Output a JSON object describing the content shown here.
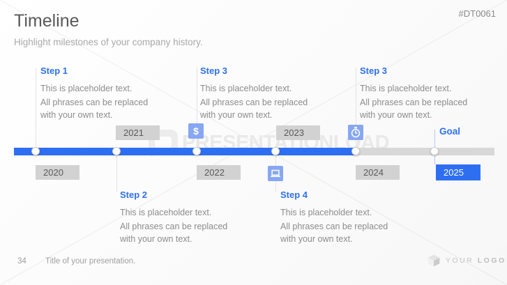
{
  "slide": {
    "code": "#DT0061",
    "title": "Timeline",
    "subtitle": "Highlight milestones of your company history."
  },
  "watermark": {
    "text": "PRESENTATIONLOAD"
  },
  "timeline": {
    "goal_label": "Goal",
    "years": [
      "2020",
      "2021",
      "2022",
      "2023",
      "2024",
      "2025"
    ],
    "icons": [
      {
        "name": "dollar-icon",
        "glyph": "$"
      },
      {
        "name": "laptop-icon"
      },
      {
        "name": "stopwatch-icon"
      }
    ],
    "steps": [
      {
        "label": "Step 1",
        "lines": [
          "This is placeholder text.",
          "All phrases can be replaced",
          "with your own text."
        ]
      },
      {
        "label": "Step 2",
        "lines": [
          "This is placeholder text.",
          "All phrases can be replaced",
          "with your own text."
        ]
      },
      {
        "label": "Step 3",
        "lines": [
          "This is placeholder text.",
          "All phrases can be replaced",
          "with your own text."
        ]
      },
      {
        "label": "Step 4",
        "lines": [
          "This is placeholder text.",
          "All phrases can be replaced",
          "with your own text."
        ]
      },
      {
        "label": "Step 3",
        "lines": [
          "This is placeholder text.",
          "All phrases can be replaced",
          "with your own text."
        ]
      }
    ]
  },
  "footer": {
    "page_number": "34",
    "presentation_title": "Title of your presentation.",
    "logo_word_1": "YOUR",
    "logo_word_2": "LOGO"
  },
  "colors": {
    "accent_blue": "#2e6ff2",
    "icon_blue": "#87a7f3",
    "bar_gray": "#d8d8d8",
    "year_box_gray": "#d2d2d2",
    "body_text_gray": "#8c8c8c"
  }
}
